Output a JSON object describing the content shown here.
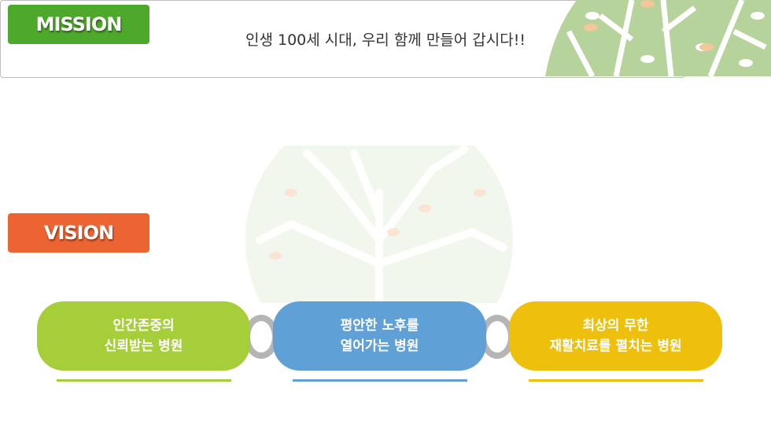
{
  "mission": {
    "label": "MISSION",
    "statement": "인생 100세 시대, 우리 함께 만들어 갑시다!!"
  },
  "vision": {
    "label": "VISION",
    "items": [
      {
        "line1": "인간존중의",
        "line2": "신뢰받는 병원",
        "color": "#a6ce39"
      },
      {
        "line1": "평안한 노후를",
        "line2": "열어가는 병원",
        "color": "#5fa0d6"
      },
      {
        "line1": "최상의 무한",
        "line2": "재활치료를 펼치는 병원",
        "color": "#eebf0b"
      }
    ]
  },
  "colors": {
    "mission": "#4ea92b",
    "vision": "#ec6431",
    "ring": "#b5b5b5"
  }
}
